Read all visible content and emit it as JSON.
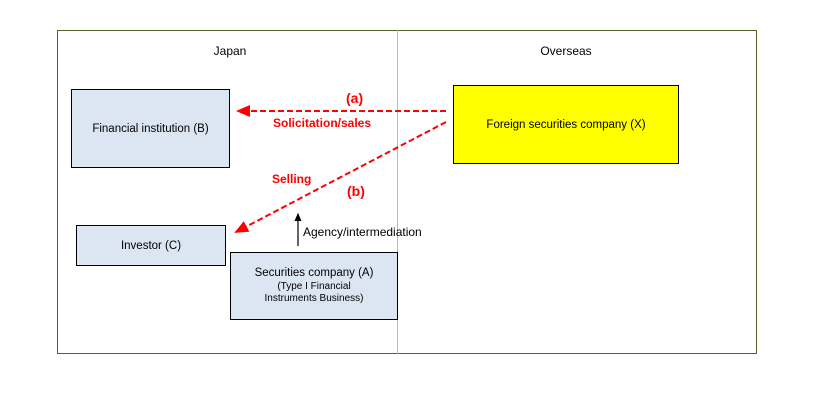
{
  "regions": {
    "japan": "Japan",
    "overseas": "Overseas"
  },
  "entities": {
    "financial_institution": "Financial institution (B)",
    "foreign_securities": "Foreign securities company (X)",
    "investor": "Investor (C)",
    "securities_company": {
      "title": "Securities company (A)",
      "subtitle_line1": "(Type I Financial",
      "subtitle_line2": "Instruments Business)"
    }
  },
  "flows": {
    "a": {
      "marker": "(a)",
      "label": "Solicitation/sales",
      "color": "#ff0000"
    },
    "b": {
      "marker": "(b)",
      "label": "Selling",
      "color": "#ff0000"
    },
    "agency": {
      "label": "Agency/intermediation"
    }
  },
  "colors": {
    "japan_box": "#dce6f2",
    "foreign_box": "#ffff00",
    "frame": "#4f6228",
    "divider": "#a6bcd8"
  }
}
